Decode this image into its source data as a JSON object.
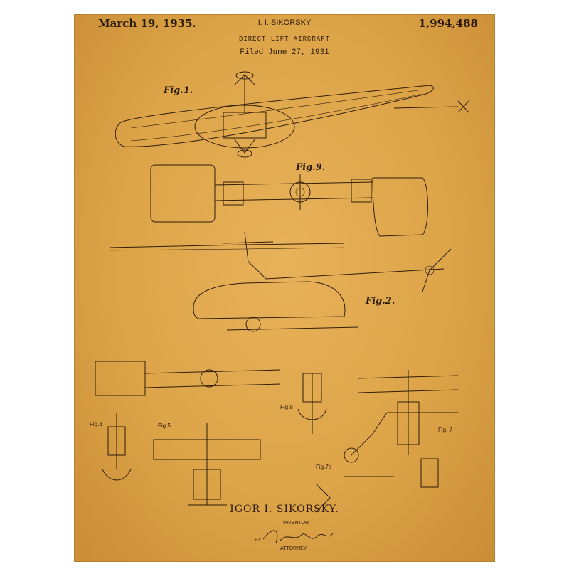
{
  "header": {
    "date": "March 19, 1935.",
    "inventor_short": "I. I. SIKORSKY",
    "patent_number": "1,994,488",
    "title": "DIRECT LIFT AIRCRAFT",
    "filed": "Filed June 27, 1931"
  },
  "figures": {
    "fig1": "Fig.1.",
    "fig9": "Fig.9.",
    "fig2": "Fig.2.",
    "fig8": "Fig.8",
    "fig7": "Fig. 7",
    "fig7a": "Fig.7a",
    "fig3": "Fig.3",
    "fig5": "Fig.5"
  },
  "footer": {
    "inventor_name": "IGOR I. SIKORSKY.",
    "inventor_label": "INVENTOR",
    "by_label": "BY",
    "attorney_label": "ATTORNEY"
  },
  "colors": {
    "paper": "#dda448",
    "ink": "#2f1d0b"
  }
}
